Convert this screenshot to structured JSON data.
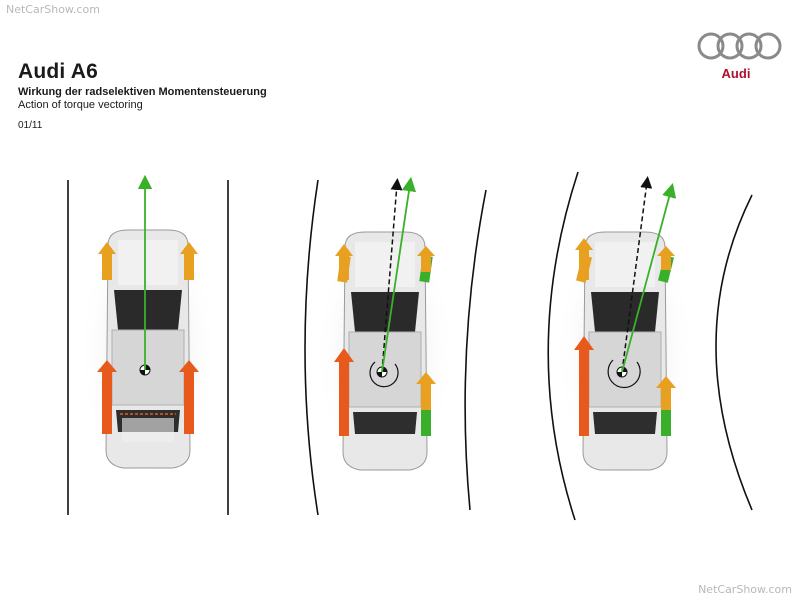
{
  "watermarks": {
    "top_left": "NetCarShow.com",
    "bottom_right": "NetCarShow.com"
  },
  "header": {
    "title": "Audi A6",
    "subtitle_de": "Wirkung der radselektiven Momentensteuerung",
    "subtitle_en": "Action of torque vectoring",
    "page": "01/11"
  },
  "brand": {
    "logo_text": "Audi",
    "color": "#b0102a"
  },
  "colors": {
    "motion_arrow": "#3ab02a",
    "reference_arrow": "#111111",
    "drive_torque_front": "#e8a020",
    "drive_torque_rear": "#e85a1c",
    "torque_increase_wheel": "#3ab02a"
  },
  "scenarios": [
    {
      "id": "straight",
      "road": "straight"
    },
    {
      "id": "moderate-curve",
      "road": "curve-right"
    },
    {
      "id": "tight-curve",
      "road": "curve-right-tight"
    }
  ]
}
